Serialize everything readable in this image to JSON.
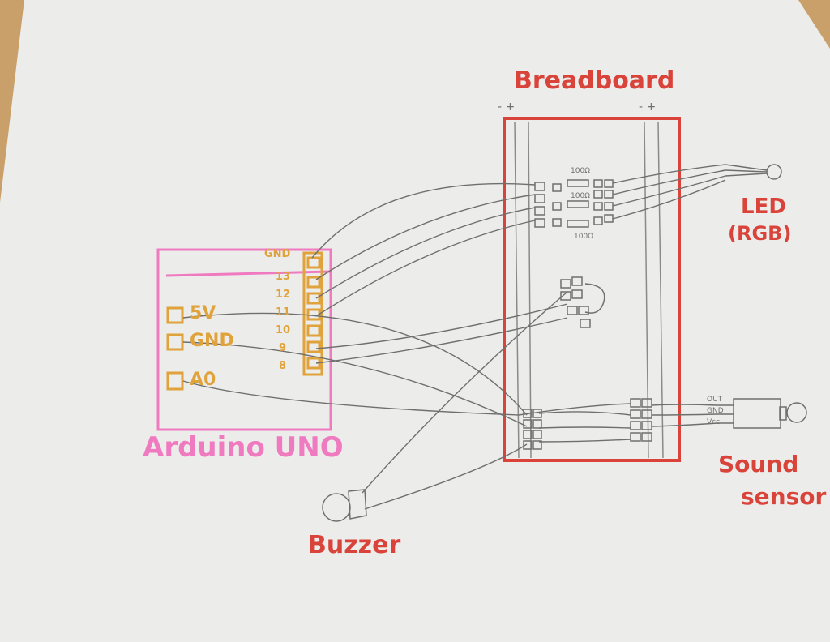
{
  "arduino": {
    "title": "Arduino UNO",
    "pins_left": [
      "5V",
      "GND",
      "A0"
    ],
    "pins_right": [
      "GND",
      "13",
      "12",
      "11",
      "10",
      "9",
      "8"
    ]
  },
  "breadboard": {
    "title": "Breadboard",
    "rail_left": "- +",
    "rail_right": "- +",
    "resistors": [
      "100Ω",
      "100Ω",
      "100Ω"
    ]
  },
  "led": {
    "title": "LED",
    "subtitle": "(RGB)"
  },
  "sound_sensor": {
    "title_line1": "Sound",
    "title_line2": "sensor",
    "pins": [
      "OUT",
      "GND",
      "Vcc"
    ]
  },
  "buzzer": {
    "title": "Buzzer"
  },
  "colors": {
    "paper": "#ececea",
    "desk": "#c9a06a",
    "red_ink": "#d9433a",
    "pink_ink": "#f07ac0",
    "orange_ink": "#e0a23a",
    "pencil": "#6f6f6f"
  }
}
